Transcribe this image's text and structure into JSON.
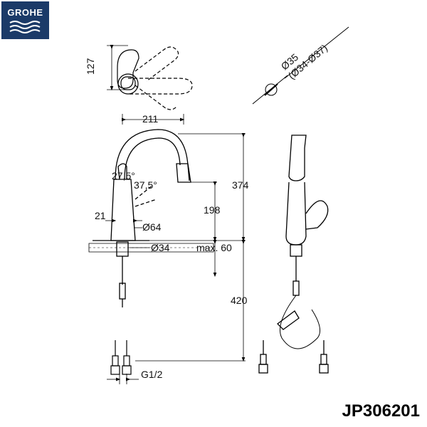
{
  "brand": {
    "name": "GROHE",
    "color": "#1b3a68"
  },
  "model_code": "JP306201",
  "dimensions": {
    "handle_height": "127",
    "hole_diameter": "Ø35",
    "hole_range": "(Ø34-Ø37)",
    "reach": "211",
    "angle_a": "27,5°",
    "angle_b": "37,5°",
    "total_height": "374",
    "spout_height": "198",
    "base_offset": "21",
    "base_diameter": "Ø64",
    "shank_diameter": "Ø34",
    "max_thickness": "max. 60",
    "hose_length": "420",
    "thread": "G1/2"
  }
}
